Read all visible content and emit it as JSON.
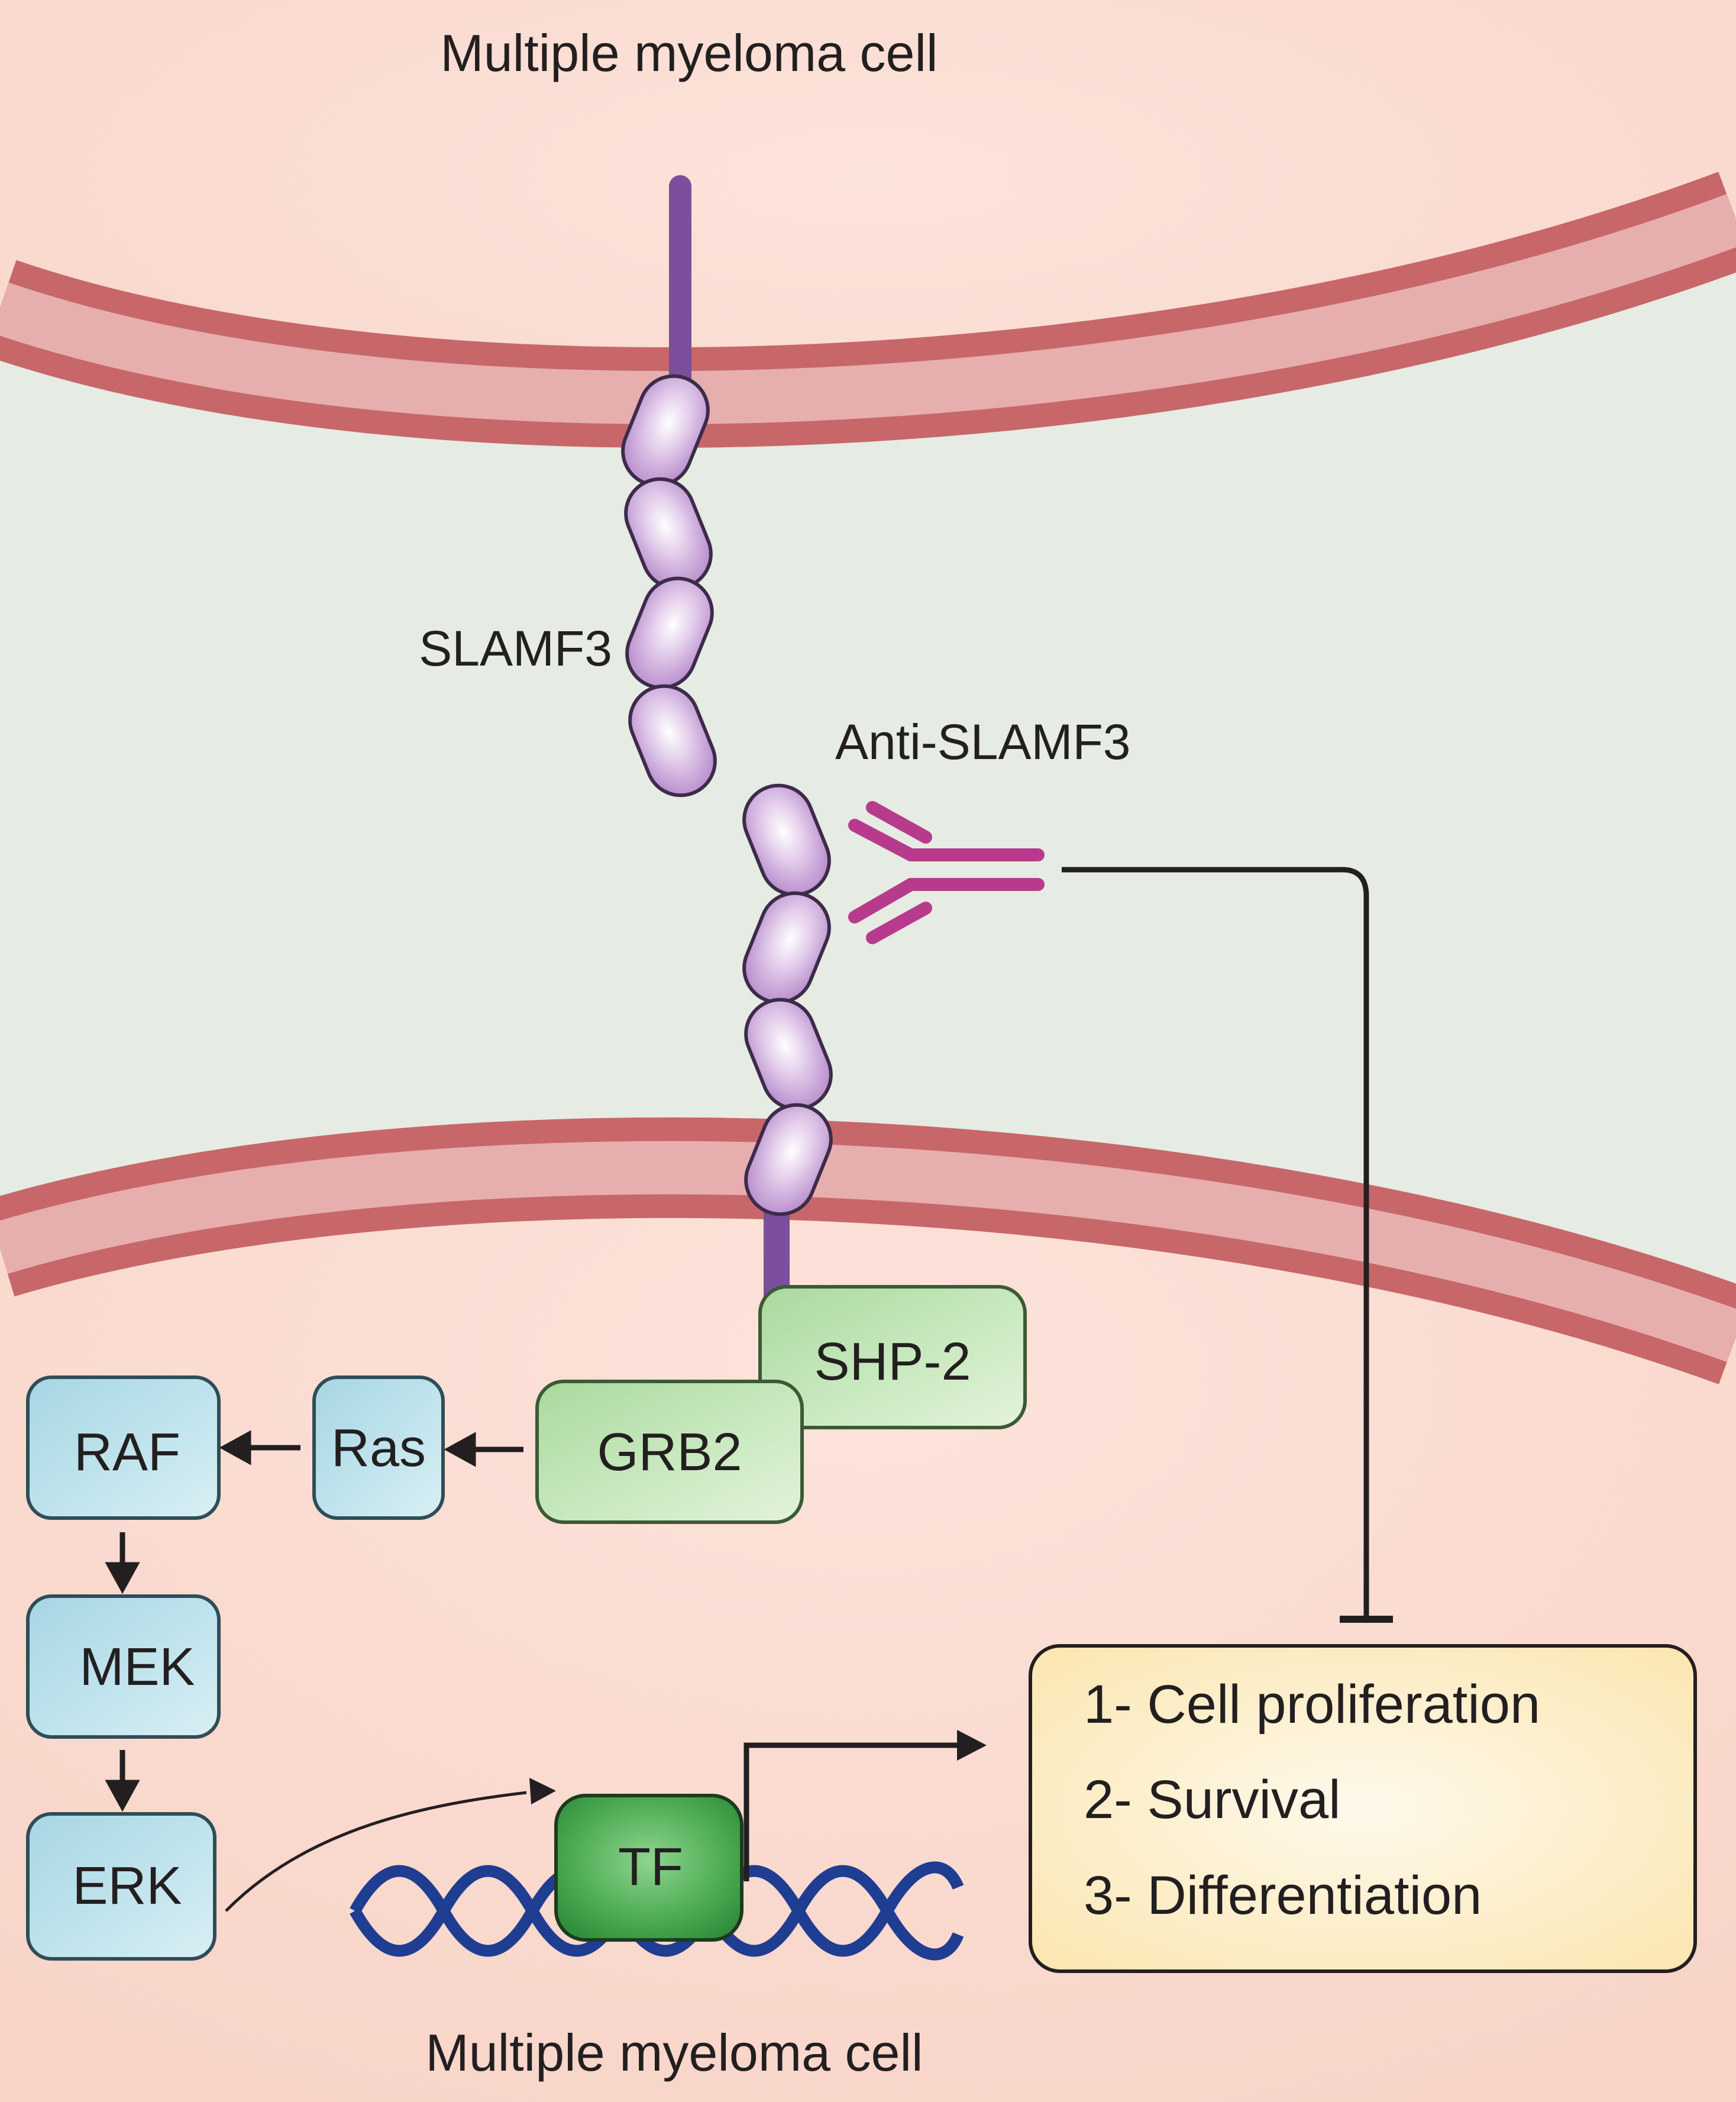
{
  "labels": {
    "top_cell": "Multiple myeloma cell",
    "bottom_cell": "Multiple myeloma cell",
    "receptor": "SLAMF3",
    "antibody": "Anti-SLAMF3"
  },
  "nodes": {
    "shp2": "SHP-2",
    "grb2": "GRB2",
    "ras": "Ras",
    "raf": "RAF",
    "mek": "MEK",
    "erk": "ERK",
    "tf": "TF"
  },
  "outcomes": [
    "1- Cell proliferation",
    "2- Survival",
    "3- Differentiation"
  ],
  "colors": {
    "cell_cytoplasm": "#f9d9cf",
    "intercellular_space": "#e6ebe3",
    "membrane_outer": "#c7676a",
    "membrane_inner": "#e7aeae",
    "receptor_stalk": "#7b4f9c",
    "receptor_domain": "#c79ed8",
    "antibody": "#b83a8d",
    "green_protein": "#b4deaa",
    "blue_kinase": "#b4dde8",
    "tf": "#3fa04a",
    "dna": "#1f3d91",
    "outcome_box": "#fbecc1"
  }
}
